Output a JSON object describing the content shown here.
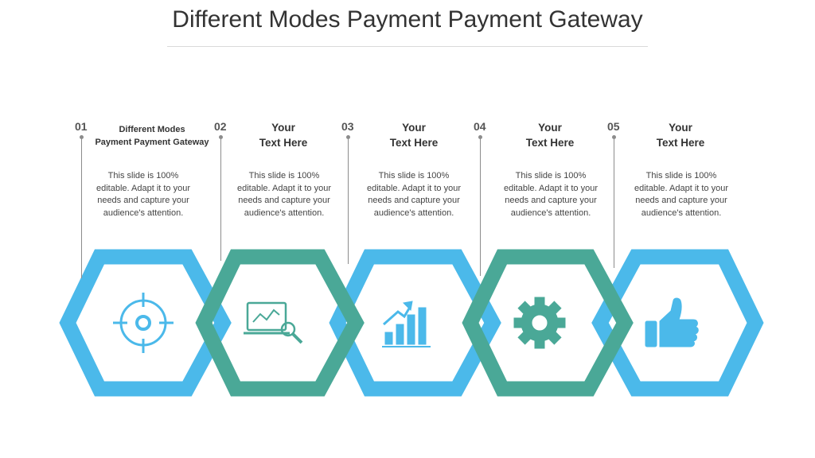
{
  "title": "Different Modes Payment Payment Gateway",
  "colors": {
    "blue": "#4bb9ea",
    "teal": "#4aa897",
    "stem": "#8c8c8c"
  },
  "steps": [
    {
      "number": "01",
      "heading_line1": "Different Modes",
      "heading_line2": "Payment Payment Gateway",
      "desc_lines": [
        "This slide is 100%",
        "editable. Adapt it to your",
        "needs and capture your",
        "audience's attention."
      ],
      "icon": "target-icon",
      "color": "blue"
    },
    {
      "number": "02",
      "heading_line1": "Your",
      "heading_line2": "Text Here",
      "desc_lines": [
        "This slide is 100%",
        "editable. Adapt it to your",
        "needs and capture your",
        "audience's attention."
      ],
      "icon": "chart-magnifier-icon",
      "color": "teal"
    },
    {
      "number": "03",
      "heading_line1": "Your",
      "heading_line2": "Text Here",
      "desc_lines": [
        "This slide is 100%",
        "editable. Adapt it to your",
        "needs and capture your",
        "audience's attention."
      ],
      "icon": "growth-bars-icon",
      "color": "blue"
    },
    {
      "number": "04",
      "heading_line1": "Your",
      "heading_line2": "Text Here",
      "desc_lines": [
        "This slide is 100%",
        "editable. Adapt it to your",
        "needs and capture your",
        "audience's attention."
      ],
      "icon": "gear-icon",
      "color": "teal"
    },
    {
      "number": "05",
      "heading_line1": "Your",
      "heading_line2": "Text Here",
      "desc_lines": [
        "This slide is 100%",
        "editable. Adapt it to your",
        "needs and capture your",
        "audience's attention."
      ],
      "icon": "thumbs-up-icon",
      "color": "blue"
    }
  ]
}
